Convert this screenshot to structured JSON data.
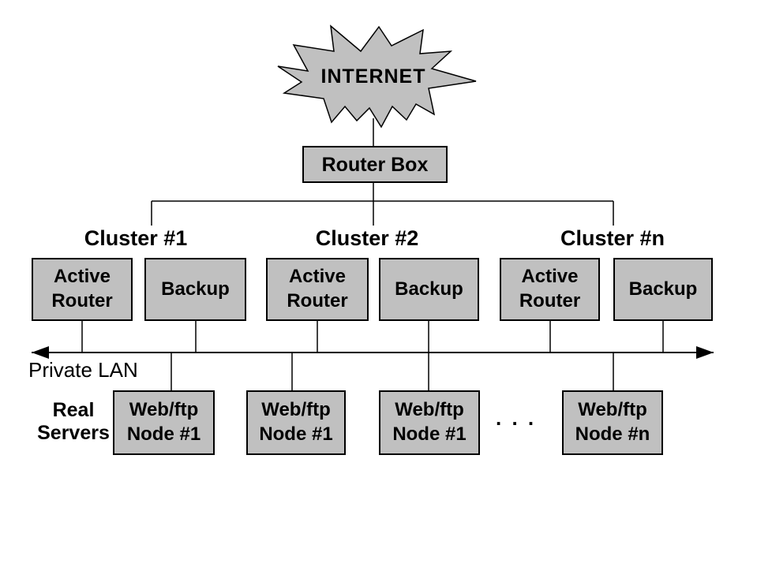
{
  "colors": {
    "background": "#ffffff",
    "box_fill": "#c0c0c0",
    "outline": "#000000",
    "text": "#000000"
  },
  "internet": {
    "label": "INTERNET"
  },
  "router_box": {
    "label": "Router Box"
  },
  "clusters": [
    {
      "label": "Cluster #1"
    },
    {
      "label": "Cluster #2"
    },
    {
      "label": "Cluster #n"
    }
  ],
  "router_boxes": [
    {
      "label": "Active Router"
    },
    {
      "label": "Backup"
    },
    {
      "label": "Active Router"
    },
    {
      "label": "Backup"
    },
    {
      "label": "Active Router"
    },
    {
      "label": "Backup"
    }
  ],
  "lan": {
    "label": "Private LAN"
  },
  "real_servers": {
    "label": "Real Servers"
  },
  "nodes": [
    {
      "label": "Web/ftp Node #1"
    },
    {
      "label": "Web/ftp Node #1"
    },
    {
      "label": "Web/ftp Node #1"
    },
    {
      "label": "Web/ftp Node #n"
    }
  ],
  "ellipsis": ". . ."
}
